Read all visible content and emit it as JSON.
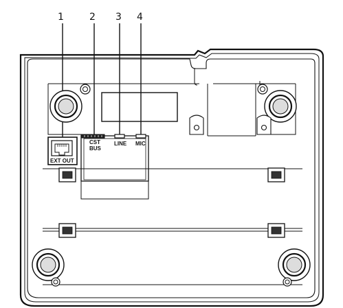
{
  "callouts": [
    "1",
    "2",
    "3",
    "4"
  ],
  "ports": {
    "ext_out": "EXT  OUT",
    "cst": "CST",
    "bus": "BUS",
    "line": "LINE",
    "mic": "MIC"
  },
  "colors": {
    "stroke": "#111111",
    "background": "#ffffff",
    "accent_fill": "#222222"
  }
}
